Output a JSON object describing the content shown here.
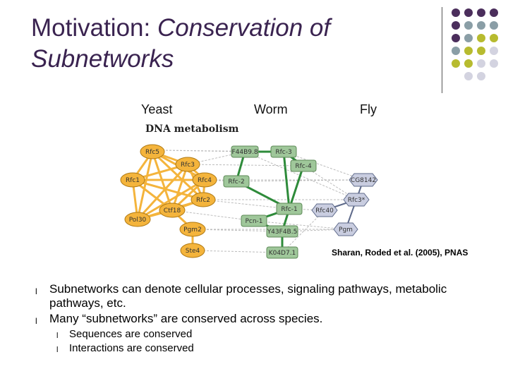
{
  "title": {
    "part1": "Motivation: ",
    "part2": "Conservation of Subnetworks"
  },
  "species": [
    "Yeast",
    "Worm",
    "Fly"
  ],
  "network": {
    "header": "DNA metabolism",
    "yeast_nodes": [
      "Rfc5",
      "Rfc3",
      "Rfc1",
      "Rfc4",
      "Rfc2",
      "Ctf18",
      "Pol30",
      "Pgm2",
      "Ste4"
    ],
    "worm_nodes": [
      "F44B9.8",
      "Rfc-3",
      "Rfc-4",
      "Rfc-2",
      "Rfc-1",
      "Pcn-1",
      "Y43F4B.5",
      "K04D7.1"
    ],
    "fly_nodes": [
      "CG8142",
      "Rfc3*",
      "Rfc40",
      "Pgm"
    ],
    "colors": {
      "yeast": "#f4b43c",
      "worm": "#9fc79a",
      "fly": "#c9cde0",
      "worm_edge": "#2e8b3a",
      "yeast_edge": "#f4b43c"
    }
  },
  "citation": "Sharan, Roded et al. (2005), PNAS",
  "bullets": [
    {
      "text": "Subnetworks can denote cellular processes, signaling pathways, metabolic pathways, etc."
    },
    {
      "text": "Many “subnetworks” are conserved across species."
    }
  ],
  "sub_bullets": [
    "Sequences are conserved",
    "Interactions are conserved"
  ],
  "decor_colors": [
    "#4b2e5c",
    "#8a9ea6",
    "#b7bb2f",
    "#d3d3e0"
  ]
}
